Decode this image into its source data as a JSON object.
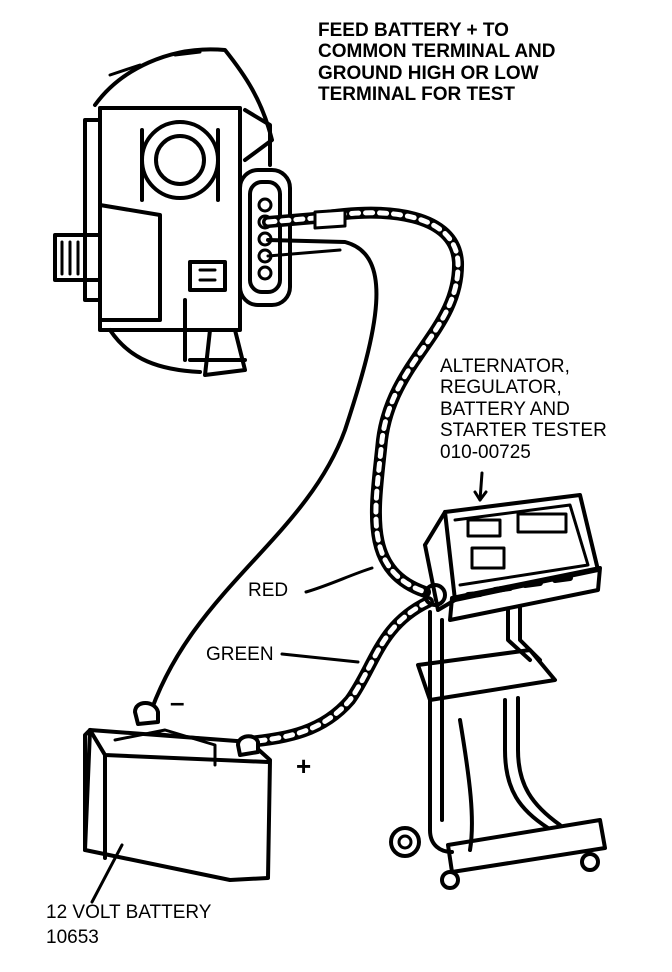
{
  "labels": {
    "instruction": "FEED BATTERY + TO\nCOMMON TERMINAL AND\nGROUND HIGH OR LOW\nTERMINAL FOR TEST",
    "tester": "ALTERNATOR,\nREGULATOR,\nBATTERY AND\nSTARTER TESTER\n010-00725",
    "red_wire": "RED",
    "green_wire": "GREEN",
    "negative": "–",
    "positive": "+",
    "battery": "12 VOLT BATTERY",
    "figure_number": "10653"
  },
  "colors": {
    "ink": "#000000",
    "paper": "#ffffff"
  }
}
